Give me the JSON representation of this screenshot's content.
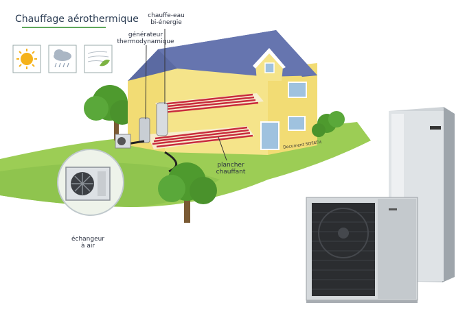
{
  "title": "Chauffage aérothermique",
  "icons": [
    "sun-icon",
    "rain-cloud-icon",
    "wind-leaf-icon"
  ],
  "labels": {
    "chauffe_eau": [
      "chauffe-eau",
      "bi-énergie"
    ],
    "generateur": [
      "générateur",
      "thermodynamique"
    ],
    "plancher": [
      "plancher",
      "chauffant"
    ],
    "echangeur": [
      "échangeur",
      "à air"
    ]
  },
  "credit": "Document SOFATH",
  "colors": {
    "roof": "#5b6aa2",
    "wall": "#f2dc74",
    "grass": "#8fc44e",
    "floor_pipe": "#c92b3d",
    "title_underline": "#5fa75a"
  }
}
